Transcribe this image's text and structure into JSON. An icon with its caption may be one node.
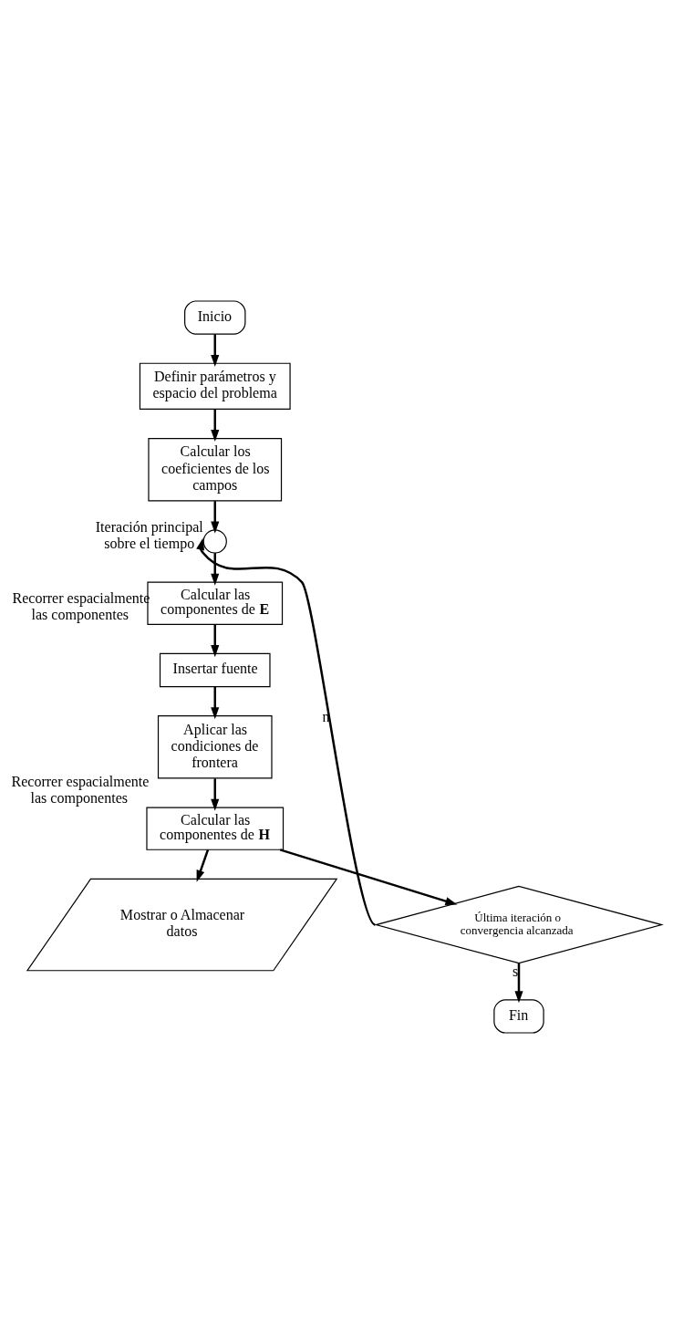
{
  "diagram": {
    "nodes": [
      {
        "text": [
          "Inicio"
        ]
      },
      {
        "text": [
          "Definir parámetros y espacio del problema"
        ]
      },
      {
        "text": [
          "Calcular los coeficientes de los campos"
        ]
      },
      {
        "text": [],
        "shape": "circle",
        "beside": [
          "Iteración principal sobre el tiempo"
        ]
      },
      {
        "text": [
          "Calcular las componentes de **E**"
        ],
        "beside": [
          "Recorrer espacialmente las componentes"
        ]
      },
      {
        "text": [
          "Insertar fuente"
        ]
      },
      {
        "text": [
          "Aplicar las condiciones de frontera"
        ]
      },
      {
        "text": [
          "Calcular las componentes de **H**"
        ],
        "beside": [
          "Recorrer espacialmente las componentes"
        ]
      },
      {
        "text": [
          "Mostrar o Almacenar datos"
        ]
      },
      {
        "text": [
          "Última iteración o convergencia alcanzada"
        ]
      },
      {
        "text": [
          "Fin"
        ]
      }
    ],
    "edges": [
      {
        "from": 0,
        "to": 1,
        "arrow": "to"
      },
      {
        "from": 1,
        "to": 2,
        "arrow": "to"
      },
      {
        "from": 2,
        "to": 3,
        "arrow": "to"
      },
      {
        "from": 3,
        "to": 4,
        "arrow": "to"
      },
      {
        "from": 4,
        "to": 5,
        "arrow": "to"
      },
      {
        "from": 5,
        "to": 6,
        "arrow": "to"
      },
      {
        "from": 6,
        "to": 7,
        "arrow": "to"
      },
      {
        "from": 7,
        "to": 8,
        "arrow": "to"
      },
      {
        "from": 7,
        "to": 9,
        "arrow": "to"
      },
      {
        "from": 9,
        "to": 3,
        "arrow": "to",
        "label": "n"
      },
      {
        "from": 9,
        "to": 10,
        "arrow": "to",
        "label": "s"
      }
    ]
  }
}
